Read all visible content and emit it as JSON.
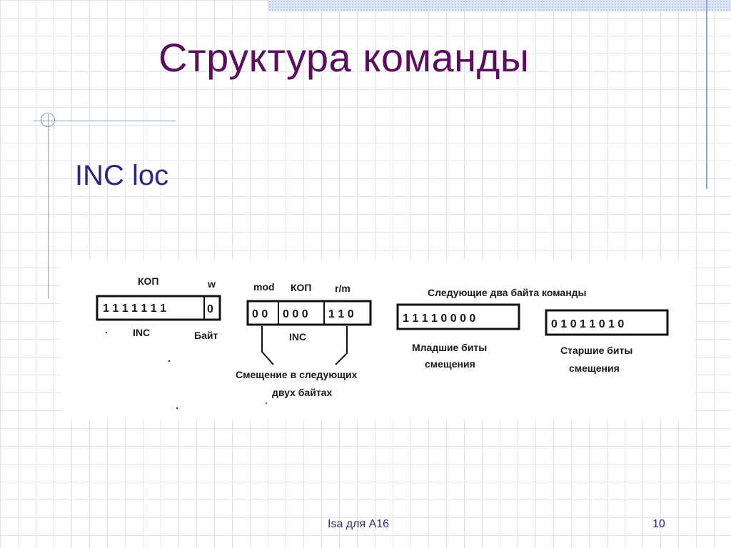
{
  "slide": {
    "title": "Структура команды",
    "bullet": "INC loc",
    "footer_text": "Isa для A16",
    "page_number": "10"
  },
  "figure": {
    "byte1": {
      "kop_label": "КОП",
      "w_label": "w",
      "bits": "1 1 1 1 1 1 1",
      "w_bit": "0",
      "inc_label": "INC",
      "byte_label": "Байт"
    },
    "byte2": {
      "mod_label": "mod",
      "kop_label": "КОП",
      "rm_label": "r/m",
      "mod_bits": "0 0",
      "kop_bits": "0 0 0",
      "rm_bits": "1 1 0",
      "inc_label": "INC",
      "offset_line1": "Смещение в следующих",
      "offset_line2": "двух байтах"
    },
    "next_bytes_label": "Следующие два байта команды",
    "byte3": {
      "bits": "1 1 1 1 0 0 0 0",
      "caption_line1": "Младшие биты",
      "caption_line2": "смещения"
    },
    "byte4": {
      "bits": "0 1 0 1 1 0 1 0",
      "caption_line1": "Старшие биты",
      "caption_line2": "смещения"
    }
  }
}
